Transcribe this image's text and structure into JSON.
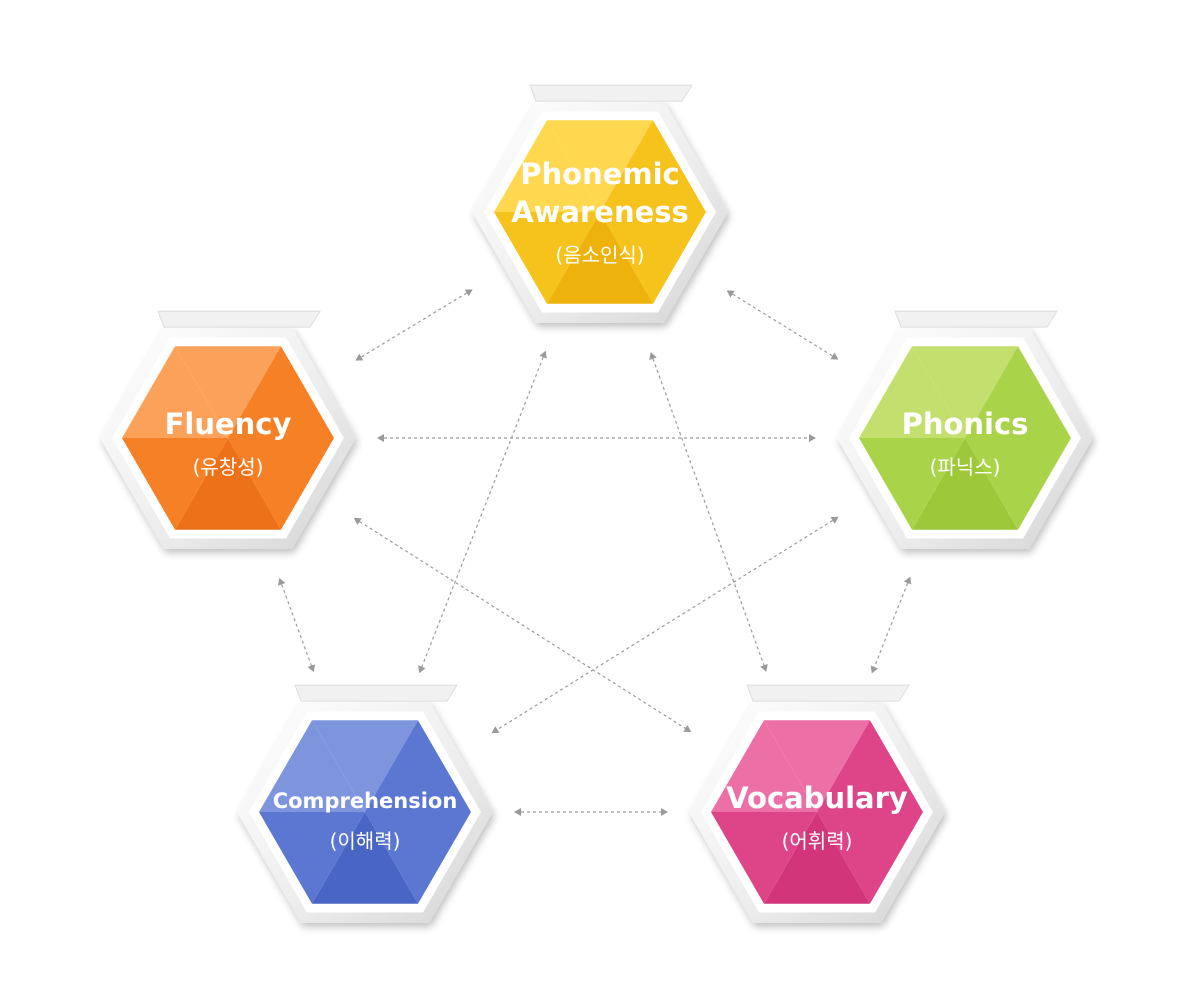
{
  "nodes": [
    {
      "id": "phonemic-awareness",
      "lines": [
        "Phonemic",
        "Awareness"
      ],
      "korean": "(음소인식)",
      "color": "#f6c21c",
      "color_light": "#ffd84f",
      "color_dark": "#eeb20c"
    },
    {
      "id": "phonics",
      "lines": [
        "Phonics"
      ],
      "korean": "(파닉스)",
      "color": "#a9d44a",
      "color_light": "#c3e06f",
      "color_dark": "#9cc83a"
    },
    {
      "id": "vocabulary",
      "lines": [
        "Vocabulary"
      ],
      "korean": "(어휘력)",
      "color": "#de4589",
      "color_light": "#ec70a6",
      "color_dark": "#d2357a"
    },
    {
      "id": "comprehension",
      "lines": [
        "Comprehension"
      ],
      "korean": "(이해력)",
      "color": "#5b77d1",
      "color_light": "#7e95de",
      "color_dark": "#4a66c4"
    },
    {
      "id": "fluency",
      "lines": [
        "Fluency"
      ],
      "korean": "(유창성)",
      "color": "#f58025",
      "color_light": "#fba15a",
      "color_dark": "#ec7118"
    }
  ],
  "connections": [
    {
      "from": "phonemic-awareness",
      "to": "fluency"
    },
    {
      "from": "phonemic-awareness",
      "to": "phonics"
    },
    {
      "from": "phonemic-awareness",
      "to": "comprehension"
    },
    {
      "from": "phonemic-awareness",
      "to": "vocabulary"
    },
    {
      "from": "fluency",
      "to": "phonics"
    },
    {
      "from": "fluency",
      "to": "vocabulary"
    },
    {
      "from": "fluency",
      "to": "comprehension"
    },
    {
      "from": "phonics",
      "to": "comprehension"
    },
    {
      "from": "phonics",
      "to": "vocabulary"
    },
    {
      "from": "comprehension",
      "to": "vocabulary"
    }
  ]
}
